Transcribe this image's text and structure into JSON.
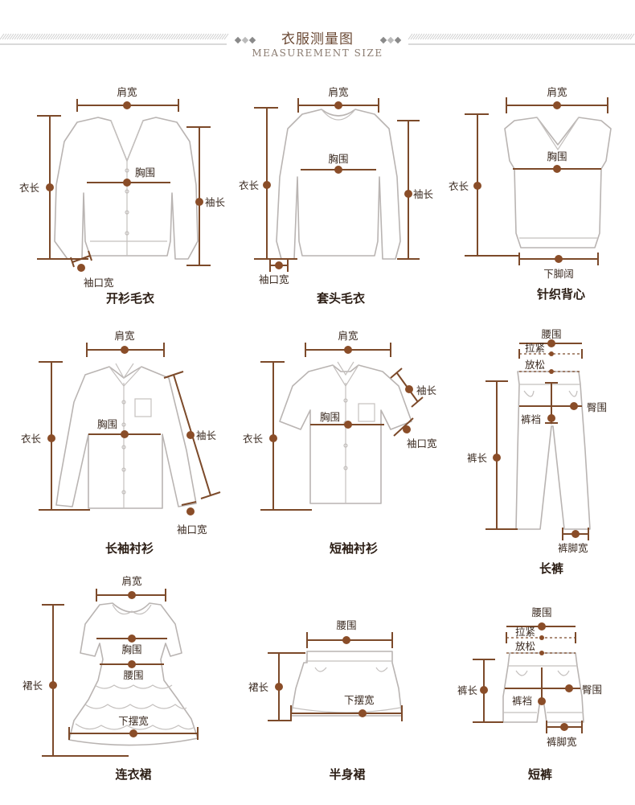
{
  "header": {
    "title": "衣服测量图",
    "subtitle": "MEASUREMENT SIZE"
  },
  "garments": {
    "cardigan": {
      "name": "开衫毛衣",
      "labels": {
        "shoulder": "肩宽",
        "length": "衣长",
        "chest": "胸围",
        "sleeve": "袖长",
        "cuff": "袖口宽"
      }
    },
    "pullover": {
      "name": "套头毛衣",
      "labels": {
        "shoulder": "肩宽",
        "length": "衣长",
        "chest": "胸围",
        "sleeve": "袖长",
        "cuff": "袖口宽"
      }
    },
    "vest": {
      "name": "针织背心",
      "labels": {
        "shoulder": "肩宽",
        "length": "衣长",
        "chest": "胸围",
        "hem": "下脚阔"
      }
    },
    "long_shirt": {
      "name": "长袖衬衫",
      "labels": {
        "shoulder": "肩宽",
        "length": "衣长",
        "chest": "胸围",
        "sleeve": "袖长",
        "cuff": "袖口宽"
      }
    },
    "short_shirt": {
      "name": "短袖衬衫",
      "labels": {
        "shoulder": "肩宽",
        "length": "衣长",
        "chest": "胸围",
        "sleeve": "袖长",
        "cuff": "袖口宽"
      }
    },
    "trousers": {
      "name": "长裤",
      "labels": {
        "waist": "腰围",
        "tight": "拉紧",
        "relaxed": "放松",
        "rise": "裤裆",
        "hip": "臀围",
        "length": "裤长",
        "leg": "裤脚宽"
      }
    },
    "dress": {
      "name": "连衣裙",
      "labels": {
        "shoulder": "肩宽",
        "chest": "胸围",
        "waist": "腰围",
        "hem": "下摆宽",
        "length": "裙长"
      }
    },
    "skirt": {
      "name": "半身裙",
      "labels": {
        "waist": "腰围",
        "length": "裙长",
        "hem": "下摆宽"
      }
    },
    "shorts": {
      "name": "短裤",
      "labels": {
        "waist": "腰围",
        "tight": "拉紧",
        "relaxed": "放松",
        "length": "裤长",
        "rise": "裤裆",
        "hip": "臀围",
        "leg": "裤脚宽"
      }
    }
  },
  "colors": {
    "measure": "#7c4a2a",
    "outline": "#b9b4b2",
    "label": "#3a2a20"
  }
}
